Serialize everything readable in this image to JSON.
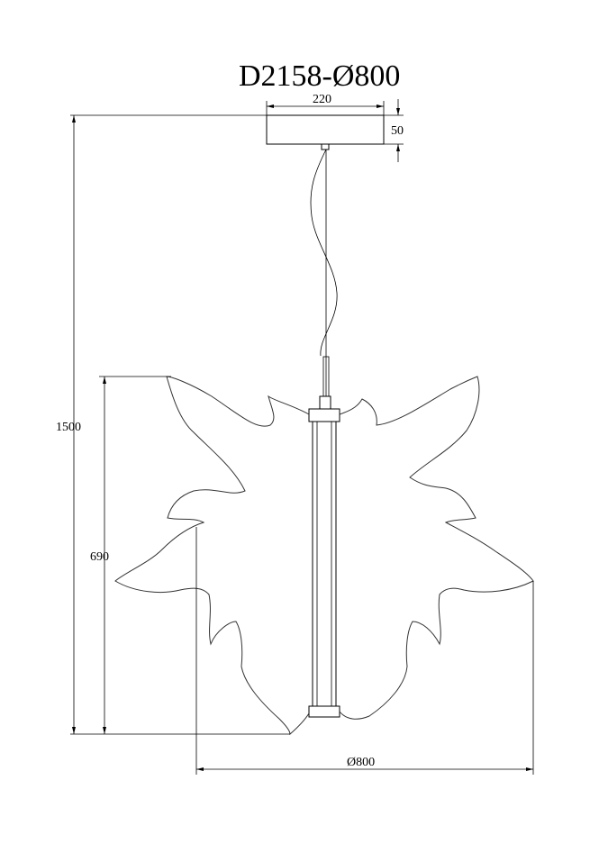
{
  "drawing": {
    "title": "D2158-Ø800",
    "dimensions": {
      "canopy_width": "220",
      "canopy_height": "50",
      "total_height": "1500",
      "shade_height": "690",
      "diameter": "Ø800"
    }
  }
}
